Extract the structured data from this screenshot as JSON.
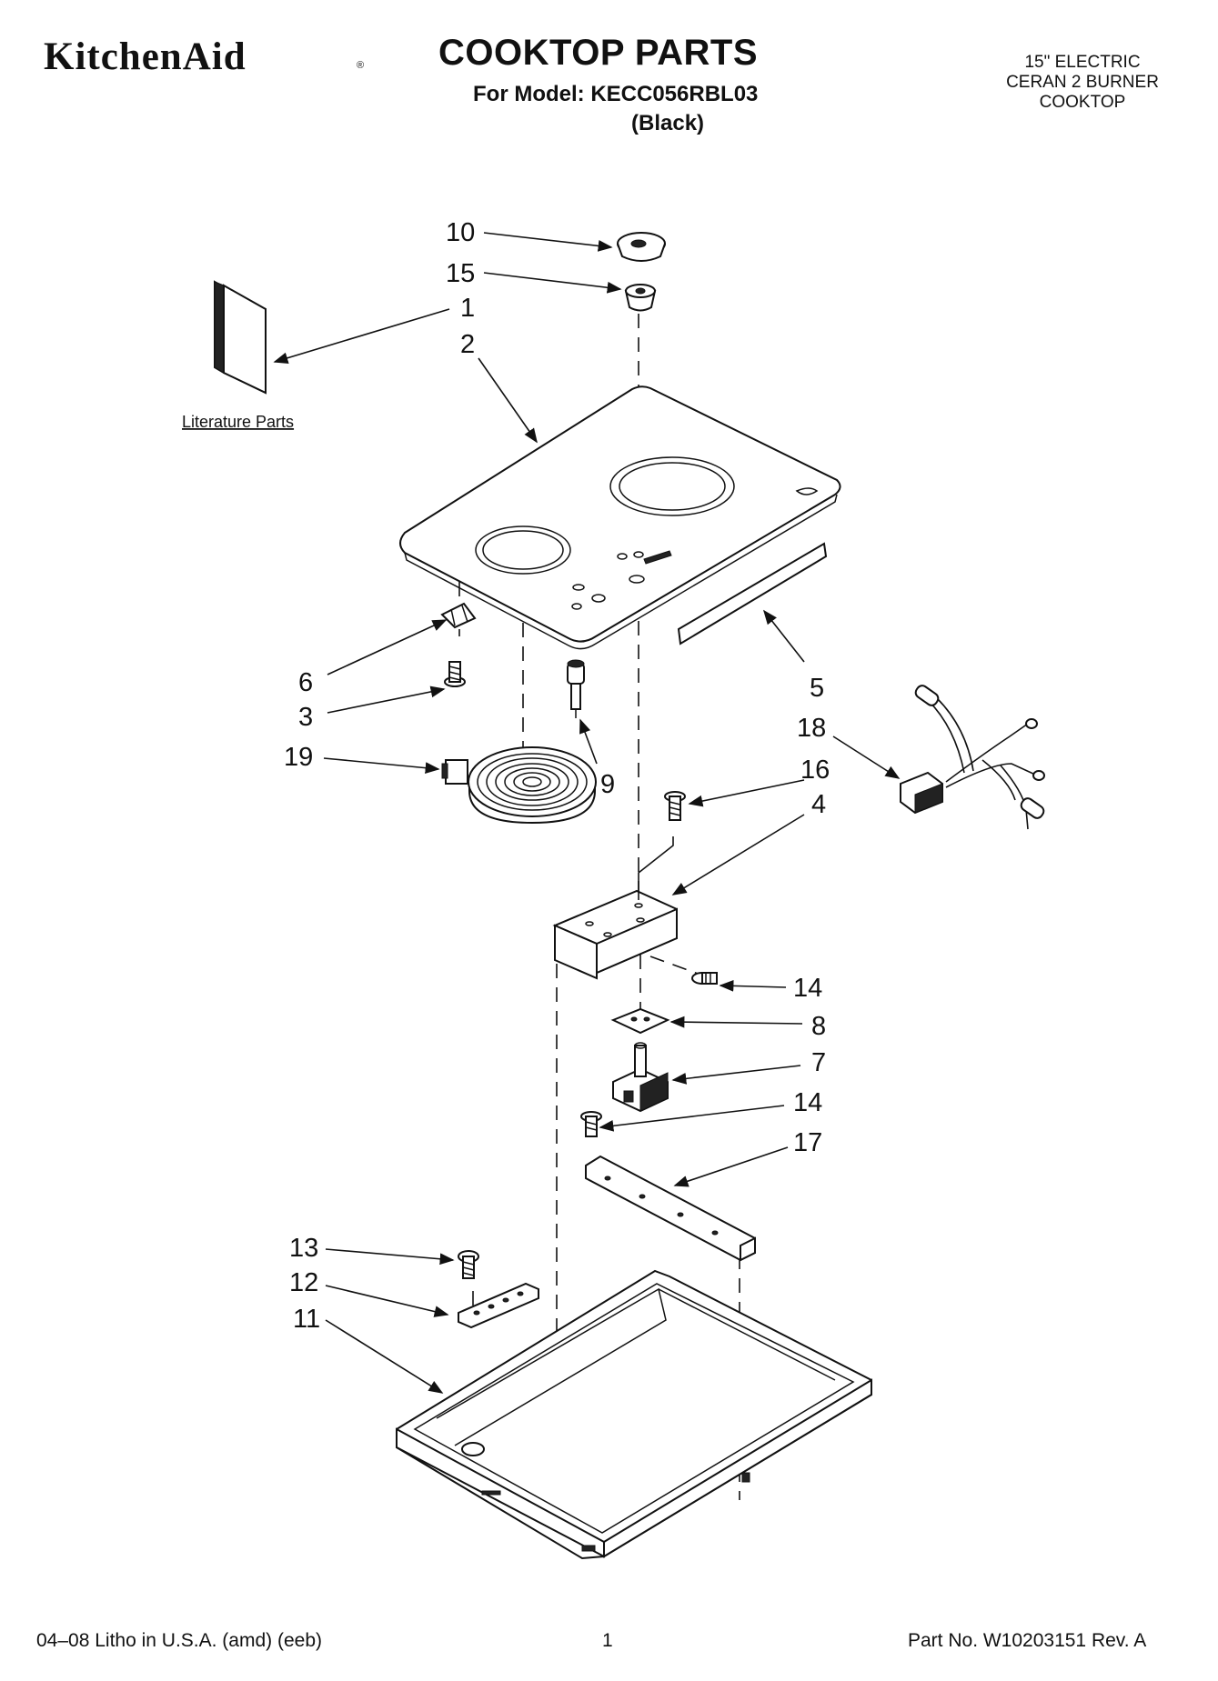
{
  "header": {
    "brand": "KitchenAid",
    "brand_mark": "®",
    "title": "COOKTOP PARTS",
    "model_line": "For Model: KECC056RBL03",
    "color_line": "(Black)",
    "description": [
      "15\" ELECTRIC",
      "CERAN 2 BURNER",
      "COOKTOP"
    ]
  },
  "literature_label": "Literature Parts",
  "callouts": {
    "c10": "10",
    "c15": "15",
    "c1": "1",
    "c2": "2",
    "c6": "6",
    "c3": "3",
    "c19": "19",
    "c9": "9",
    "c5": "5",
    "c18": "18",
    "c16": "16",
    "c4": "4",
    "c14a": "14",
    "c8": "8",
    "c7": "7",
    "c14b": "14",
    "c17": "17",
    "c13": "13",
    "c12": "12",
    "c11": "11"
  },
  "footer": {
    "litho": "04–08 Litho in U.S.A. (amd) (eeb)",
    "page": "1",
    "part_no": "Part No. W10203151 Rev. A"
  }
}
